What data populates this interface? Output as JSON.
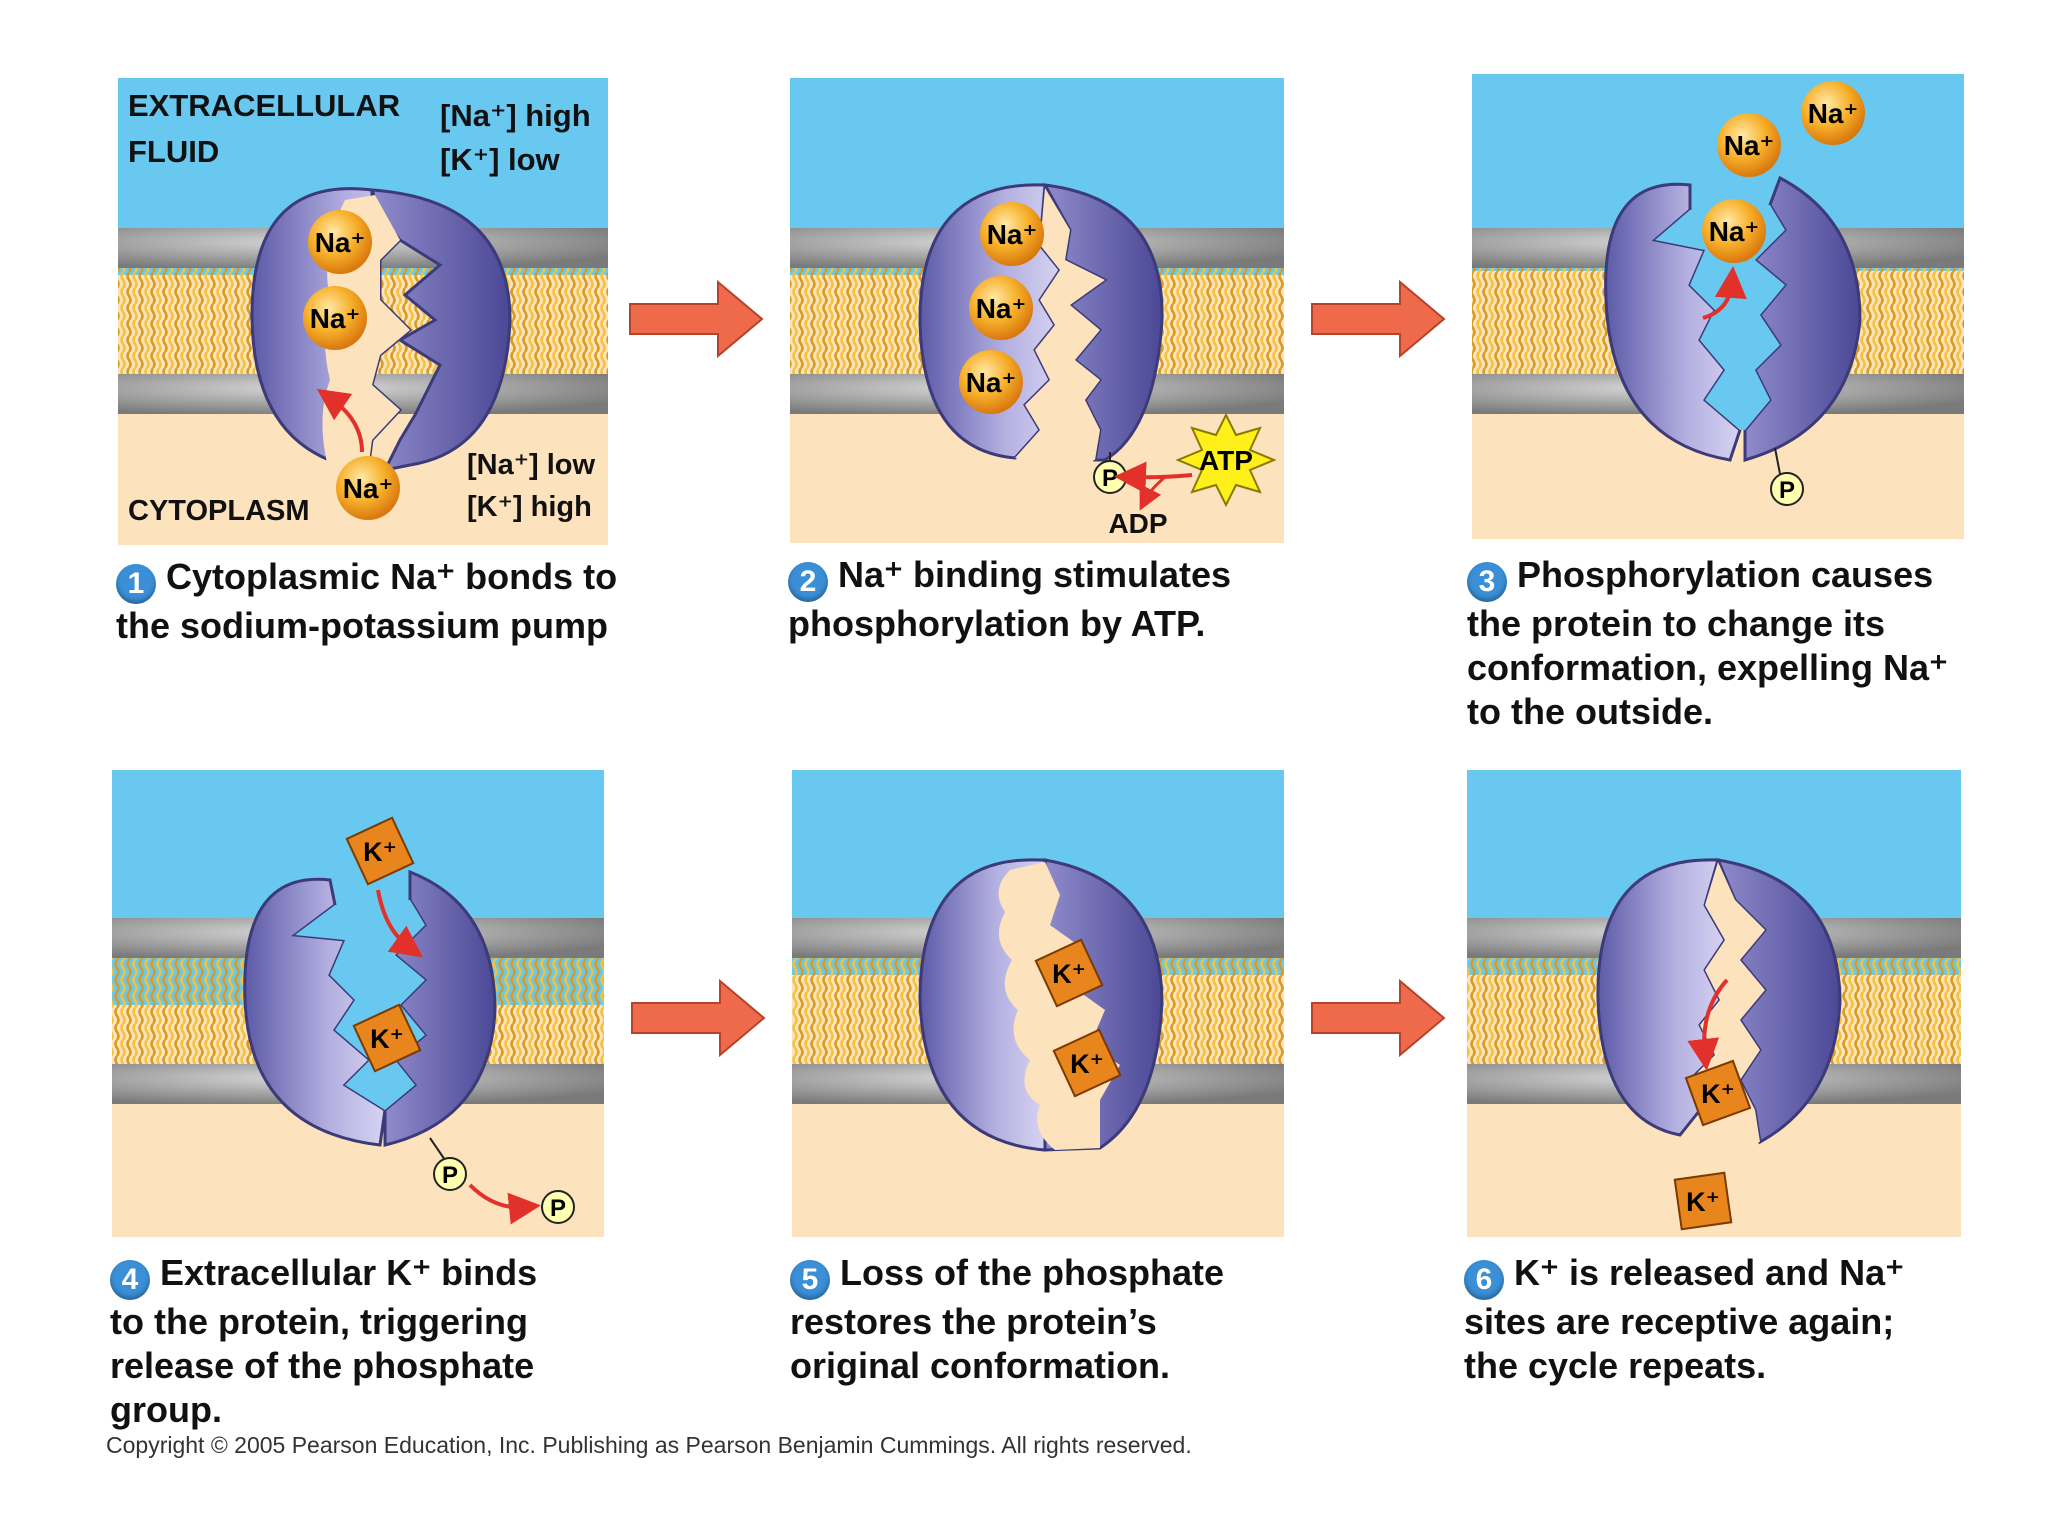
{
  "colors": {
    "extracellular": "#68c8f0",
    "cytoplasm": "#fde3bd",
    "protein": "#7a73b8",
    "na_ion": "#f4a21f",
    "k_ion": "#e8851c",
    "arrow": "#ee6a4a",
    "atp": "#ffef1a",
    "step_badge": "#3a8fd6"
  },
  "panel1": {
    "extracellular_line1": "EXTRACELLULAR",
    "extracellular_line2": "FLUID",
    "outside_na": "[Na⁺] high",
    "outside_k": "[K⁺] low",
    "cytoplasm": "CYTOPLASM",
    "inside_na": "[Na⁺] low",
    "inside_k": "[K⁺] high"
  },
  "labels": {
    "na": "Na⁺",
    "k": "K⁺",
    "p": "P",
    "atp": "ATP",
    "adp": "ADP"
  },
  "steps": [
    {
      "number": "1",
      "lines": [
        "Cytoplasmic Na⁺ bonds to",
        "the sodium-potassium pump"
      ]
    },
    {
      "number": "2",
      "lines": [
        "Na⁺ binding stimulates",
        "phosphorylation by ATP."
      ]
    },
    {
      "number": "3",
      "lines": [
        "Phosphorylation causes",
        "the protein to change its",
        "conformation, expelling Na⁺",
        "to the outside."
      ]
    },
    {
      "number": "4",
      "lines": [
        "Extracellular K⁺ binds",
        "to the protein, triggering",
        "release of the phosphate",
        "group."
      ]
    },
    {
      "number": "5",
      "lines": [
        "Loss of the phosphate",
        "restores the protein’s",
        "original conformation."
      ]
    },
    {
      "number": "6",
      "lines": [
        "K⁺ is released and Na⁺",
        "sites are receptive again;",
        "the cycle repeats."
      ]
    }
  ],
  "copyright": "Copyright © 2005 Pearson Education, Inc. Publishing as Pearson Benjamin Cummings. All rights reserved."
}
